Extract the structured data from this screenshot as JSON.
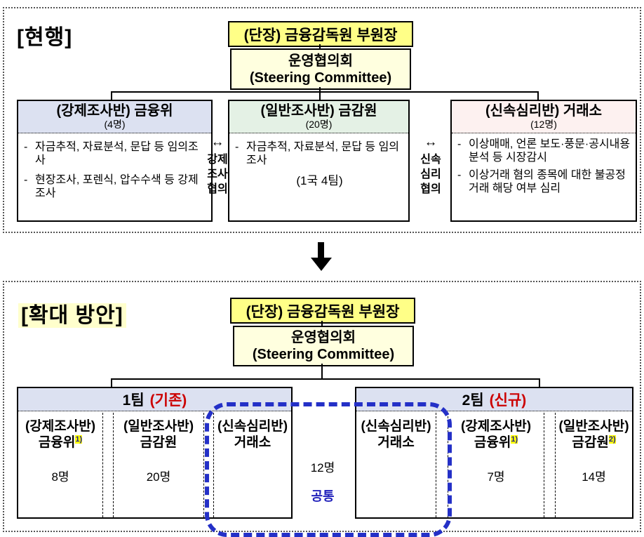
{
  "colors": {
    "leader_yellow": "#ffff87",
    "committee_cream": "#ffffdf",
    "header_lavender": "#dce1f1",
    "header_green": "#e4f1e5",
    "header_pink": "#fdf1f0",
    "footnote_highlight": "#ffff00",
    "label_highlight": "#ffffcc",
    "tag_red": "#cc0000",
    "shared_blue": "#2222bb",
    "outline_blue": "#2430c7"
  },
  "current": {
    "label": "[현행]",
    "leader": "(단장) 금융감독원 부원장",
    "committee_line1": "운영협의회",
    "committee_line2": "(Steering Committee)",
    "boxes": [
      {
        "title": "(강제조사반) 금융위",
        "count": "(4명)",
        "bullets": [
          "자금추적, 자료분석, 문답 등 임의조사",
          "현장조사, 포렌식, 압수수색 등 강제조사"
        ]
      },
      {
        "title": "(일반조사반) 금감원",
        "count": "(20명)",
        "bullets": [
          "자금추적, 자료분석, 문답 등 임의조사"
        ],
        "note": "(1국 4팀)"
      },
      {
        "title": "(신속심리반) 거래소",
        "count": "(12명)",
        "bullets": [
          "이상매매, 언론 보도·풍문·공시내용 분석 등 시장감시",
          "이상거래 혐의 종목에 대한 불공정거래 해당 여부 심리"
        ]
      }
    ],
    "links": [
      {
        "arrow": "↔",
        "lines": [
          "강제",
          "조사",
          "협의"
        ]
      },
      {
        "arrow": "↔",
        "lines": [
          "신속",
          "심리",
          "협의"
        ]
      }
    ]
  },
  "expanded": {
    "label": "[확대 방안]",
    "leader": "(단장) 금융감독원 부원장",
    "committee_line1": "운영협의회",
    "committee_line2": "(Steering Committee)",
    "teams": [
      {
        "name": "1팀",
        "tag": "(기존)",
        "columns": [
          {
            "line1": "(강제조사반)",
            "line2": "금융위",
            "sup": "1)",
            "count": "8명"
          },
          {
            "line1": "(일반조사반)",
            "line2": "금감원",
            "sup": "",
            "count": "20명"
          },
          {
            "line1": "(신속심리반)",
            "line2": "거래소",
            "sup": "",
            "count": ""
          }
        ]
      },
      {
        "name": "2팀",
        "tag": "(신규)",
        "columns": [
          {
            "line1": "(신속심리반)",
            "line2": "거래소",
            "sup": "",
            "count": ""
          },
          {
            "line1": "(강제조사반)",
            "line2": "금융위",
            "sup": "1)",
            "count": "7명"
          },
          {
            "line1": "(일반조사반)",
            "line2": "금감원",
            "sup": "2)",
            "count": "14명"
          }
        ]
      }
    ],
    "shared": {
      "count": "12명",
      "label": "공통"
    }
  }
}
